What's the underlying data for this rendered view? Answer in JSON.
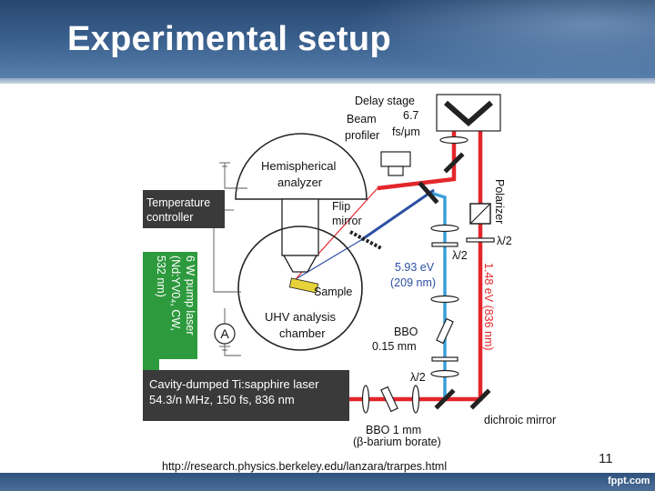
{
  "slide": {
    "title": "Experimental setup",
    "page_number": "11",
    "watermark": "fppt.com"
  },
  "captions": {
    "dichroic": "dichroic mirror",
    "bbo_name": "(β-barium borate)",
    "url": "http://research.physics.berkeley.edu/lanzara/trarpes.html"
  },
  "diagram": {
    "delay_stage": "Delay stage",
    "delay_value": "6.7",
    "delay_unit": "fs/μm",
    "beam": "Beam",
    "profiler": "profiler",
    "hemi1": "Hemispherical",
    "hemi2": "analyzer",
    "temp1": "Temperature",
    "temp2": "controller",
    "flip1": "Flip",
    "flip2": "mirror",
    "polarizer": "Polarizer",
    "halfwave": "λ/2",
    "uv_energy": "5.93 eV",
    "uv_wavelength": "(209 nm)",
    "ir_label": "1.48 eV (836 nm)",
    "sample": "Sample",
    "uhv1": "UHV analysis",
    "uhv2": "chamber",
    "ammeter": "A",
    "bbo": "BBO",
    "bbo_thick": "0.15 mm",
    "bbo2": "BBO 1 mm",
    "pump1": "6 W pump laser",
    "pump2": "(Nd:YV0₄, CW,",
    "pump3": "532 nm)",
    "laser1": "Cavity-dumped Ti:sapphire laser",
    "laser2": "54.3/n MHz, 150 fs, 836 nm"
  },
  "colors": {
    "ir_beam": "#e3262b",
    "uv_beam": "#2c4fa3",
    "uv_light": "#3aa0d8",
    "pump_green": "#2e9a3e",
    "sample_yellow": "#e6d23a",
    "box_dark": "#3a3a3a"
  }
}
